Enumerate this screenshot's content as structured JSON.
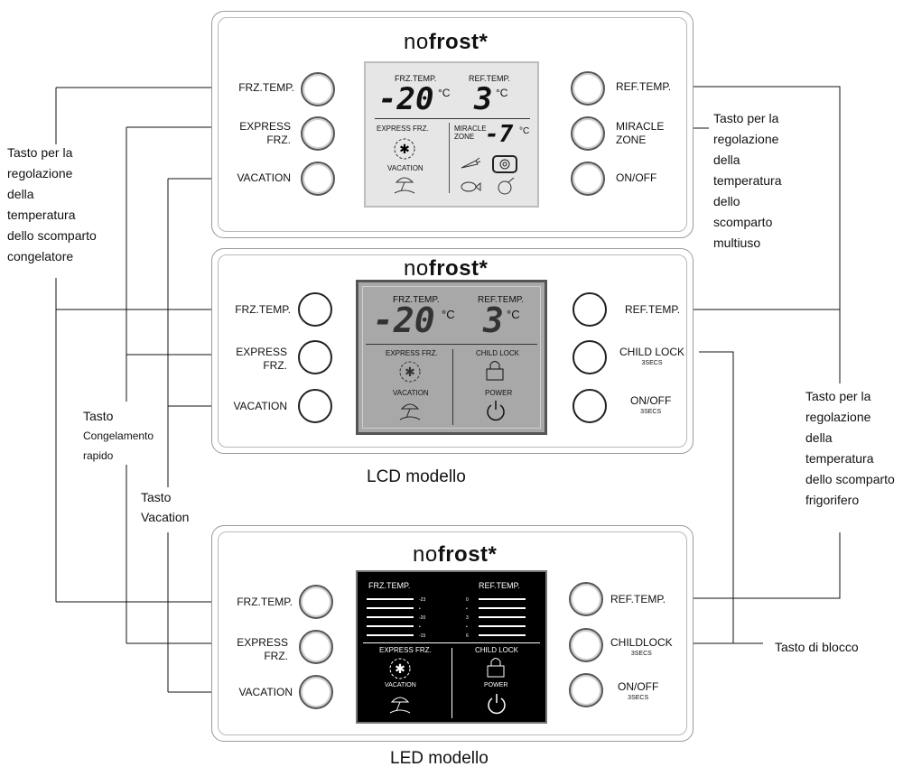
{
  "brand": {
    "prefix": "no",
    "suffix": "frost*"
  },
  "buttons": {
    "frz_temp": "FRZ.TEMP.",
    "express_frz": [
      "EXPRESS",
      "FRZ."
    ],
    "vacation": "VACATION",
    "ref_temp": "REF.TEMP.",
    "miracle_zone": [
      "MIRACLE",
      "ZONE"
    ],
    "on_off": "ON/OFF",
    "child_lock": "CHILD LOCK",
    "childlock_led": "CHILDLOCK",
    "secs": "3SECS"
  },
  "display": {
    "frz_label": "FRZ.TEMP.",
    "ref_label": "REF.TEMP.",
    "frz_value": "-20",
    "ref_value": "3",
    "miracle_value": "-7",
    "unit": "°C",
    "express_frz": "EXPRESS FRZ.",
    "vacation": "VACATION",
    "miracle_zone": [
      "MIRACLE",
      "ZONE"
    ],
    "child_lock": "CHILD LOCK",
    "power": "POWER",
    "led_frz_scale": [
      "-23",
      "•",
      "-20",
      "•",
      "-15"
    ],
    "led_ref_scale": [
      "0",
      "•",
      "3",
      "•",
      "6"
    ]
  },
  "notes": {
    "freezer": [
      "Tasto per la",
      "regolazione",
      "della",
      "temperatura",
      "dello scomparto",
      "congelatore"
    ],
    "multi": [
      "Tasto per la",
      "regolazione",
      "della",
      "temperatura",
      "dello",
      "scomparto",
      "multiuso"
    ],
    "fridge": [
      "Tasto per la",
      "regolazione",
      "della",
      "temperatura",
      "dello scomparto",
      "frigorifero"
    ],
    "express": [
      "Tasto",
      "Congelamento",
      "rapido"
    ],
    "vacation": [
      "Tasto",
      "Vacation"
    ],
    "lock": "Tasto di blocco"
  },
  "captions": {
    "lcd": "LCD modello",
    "led": "LED modello"
  }
}
